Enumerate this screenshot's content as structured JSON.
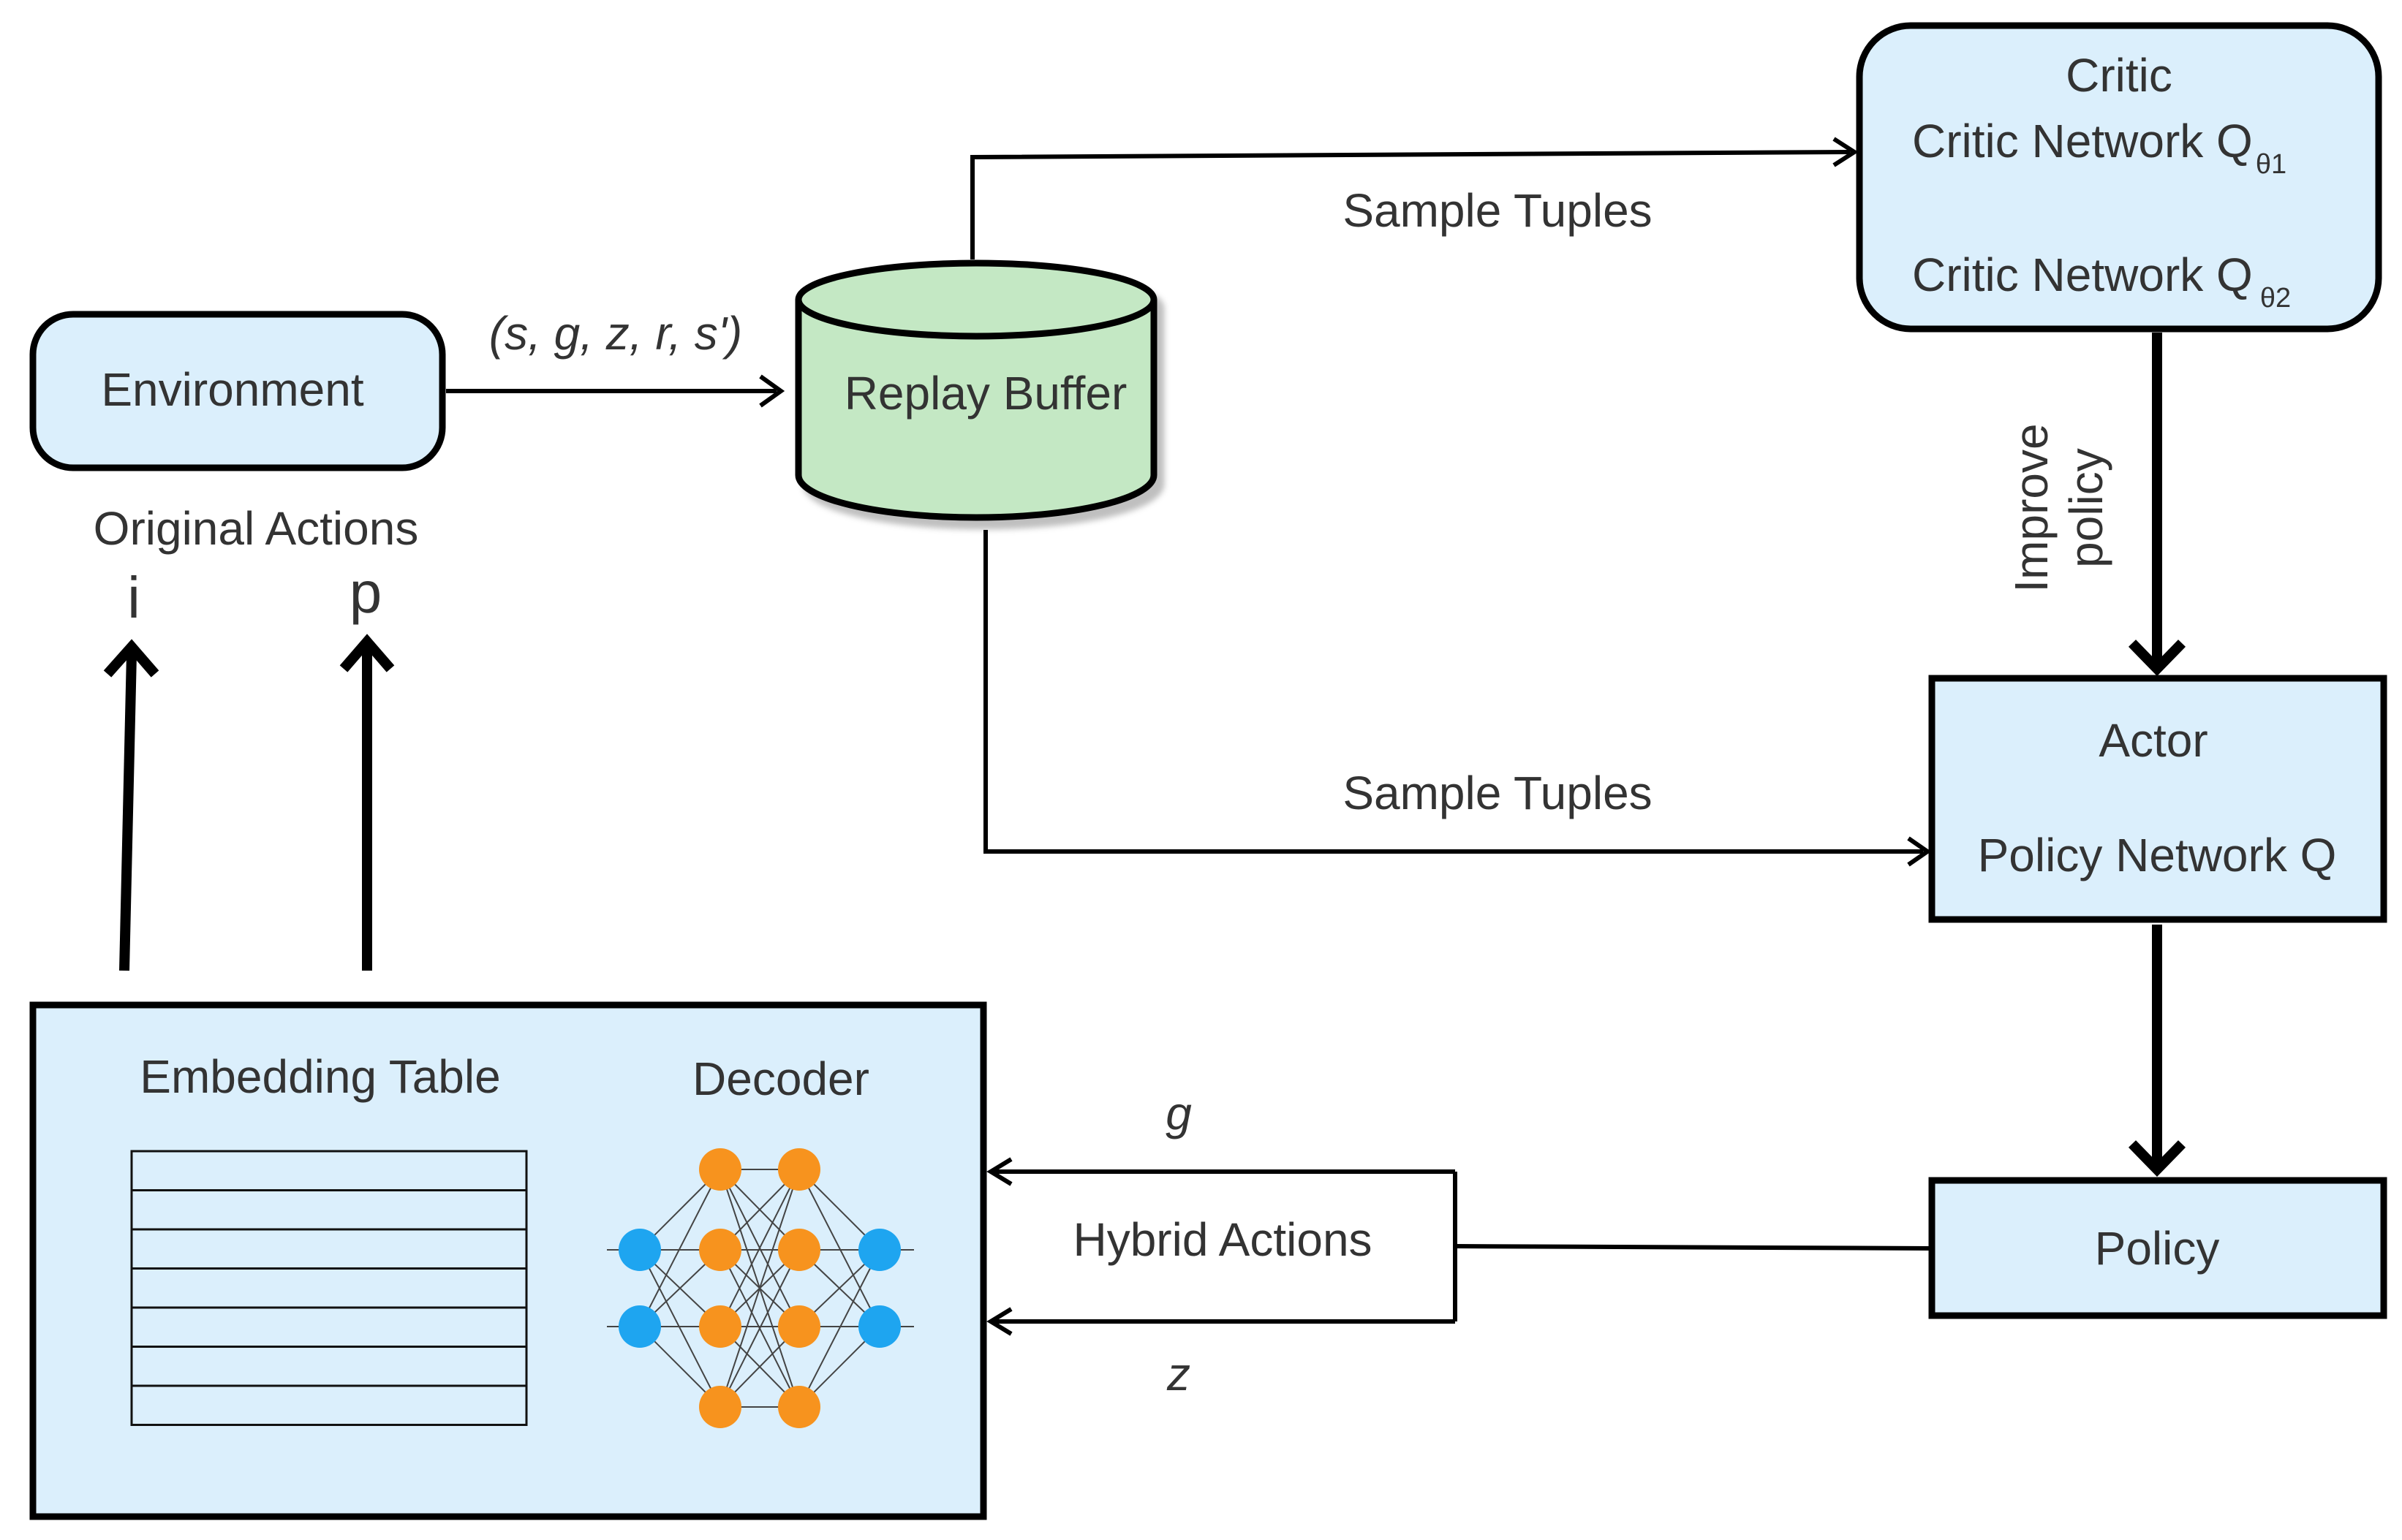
{
  "colors": {
    "box_fill": "#dbeffc",
    "buffer_fill": "#c4e8c4",
    "node_orange": "#f7931e",
    "node_blue": "#1ea5f0",
    "stroke": "#000000",
    "text": "#333333"
  },
  "environment": {
    "label": "Environment"
  },
  "edge_env_buffer": {
    "label": "(s, g, z, r, s')"
  },
  "replay_buffer": {
    "label": "Replay Buffer"
  },
  "sample_top": {
    "label": "Sample Tuples"
  },
  "sample_bottom": {
    "label": "Sample Tuples"
  },
  "critic": {
    "title": "Critic",
    "net1": "Critic Network Q",
    "net1_sub": "θ1",
    "net2": "Critic Network Q",
    "net2_sub": "θ2"
  },
  "improve": {
    "line1": "Improve",
    "line2": "policy"
  },
  "actor": {
    "title": "Actor",
    "net": "Policy Network Q"
  },
  "policy": {
    "label": "Policy"
  },
  "hybrid": {
    "label": "Hybrid Actions",
    "g": "g",
    "z": "z"
  },
  "original_actions": {
    "label": "Original Actions",
    "i": "i",
    "p": "p"
  },
  "embedding_box": {
    "embedding_label": "Embedding Table",
    "decoder_label": "Decoder",
    "table_rows": 7
  }
}
